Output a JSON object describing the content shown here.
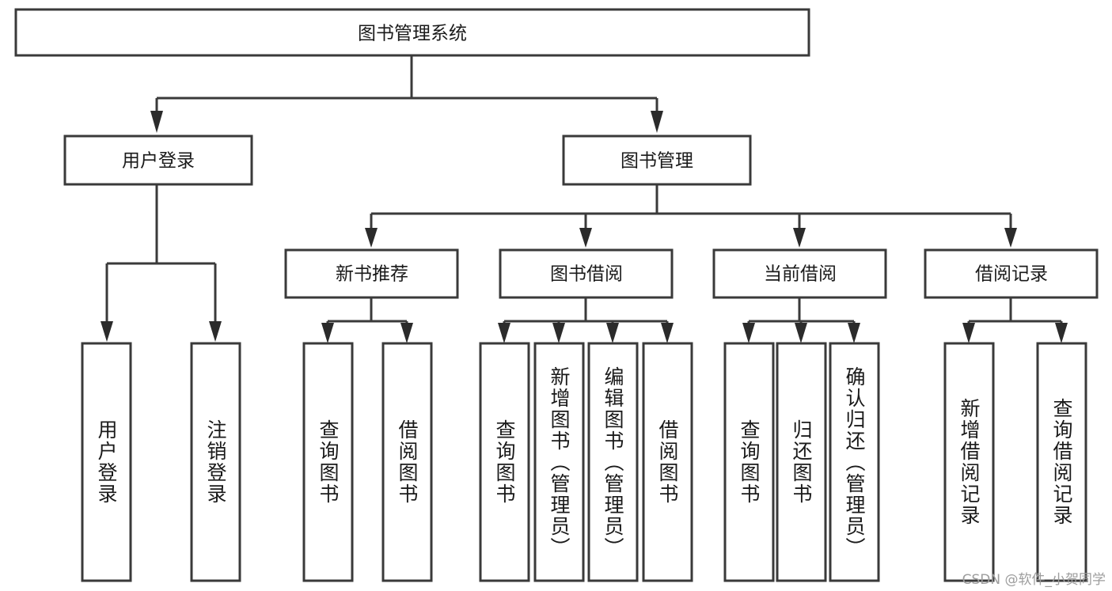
{
  "diagram": {
    "type": "tree",
    "title": "图书管理系统",
    "watermark": "CSDN @软件_小贺同学",
    "colors": {
      "box_stroke": "#3a3a3a",
      "box_fill": "#ffffff",
      "connector": "#3a3a3a",
      "text": "#1a1a1a",
      "watermark": "#9d9d9d",
      "background": "#ffffff"
    },
    "root": {
      "label": "图书管理系统"
    },
    "level2": [
      {
        "id": "user-login",
        "label": "用户登录"
      },
      {
        "id": "book-manage",
        "label": "图书管理"
      }
    ],
    "level3": [
      {
        "id": "new-book-recommend",
        "label": "新书推荐",
        "parent": "book-manage"
      },
      {
        "id": "book-borrow",
        "label": "图书借阅",
        "parent": "book-manage"
      },
      {
        "id": "current-borrow",
        "label": "当前借阅",
        "parent": "book-manage"
      },
      {
        "id": "borrow-record",
        "label": "借阅记录",
        "parent": "book-manage"
      }
    ],
    "leaves": {
      "user-login": [
        {
          "id": "leaf-user-login",
          "label": "用户登录"
        },
        {
          "id": "leaf-logout-login",
          "label": "注销登录"
        }
      ],
      "new-book-recommend": [
        {
          "id": "leaf-query-book-1",
          "label": "查询图书"
        },
        {
          "id": "leaf-borrow-book-1",
          "label": "借阅图书"
        }
      ],
      "book-borrow": [
        {
          "id": "leaf-query-book-2",
          "label": "查询图书"
        },
        {
          "id": "leaf-add-book",
          "label": "新增图书（管理员）"
        },
        {
          "id": "leaf-edit-book",
          "label": "编辑图书（管理员）"
        },
        {
          "id": "leaf-borrow-book-2",
          "label": "借阅图书"
        }
      ],
      "current-borrow": [
        {
          "id": "leaf-query-book-3",
          "label": "查询图书"
        },
        {
          "id": "leaf-return-book",
          "label": "归还图书"
        },
        {
          "id": "leaf-confirm-return",
          "label": "确认归还（管理员）"
        }
      ],
      "borrow-record": [
        {
          "id": "leaf-add-record",
          "label": "新增借阅记录"
        },
        {
          "id": "leaf-query-record",
          "label": "查询借阅记录"
        }
      ]
    }
  }
}
